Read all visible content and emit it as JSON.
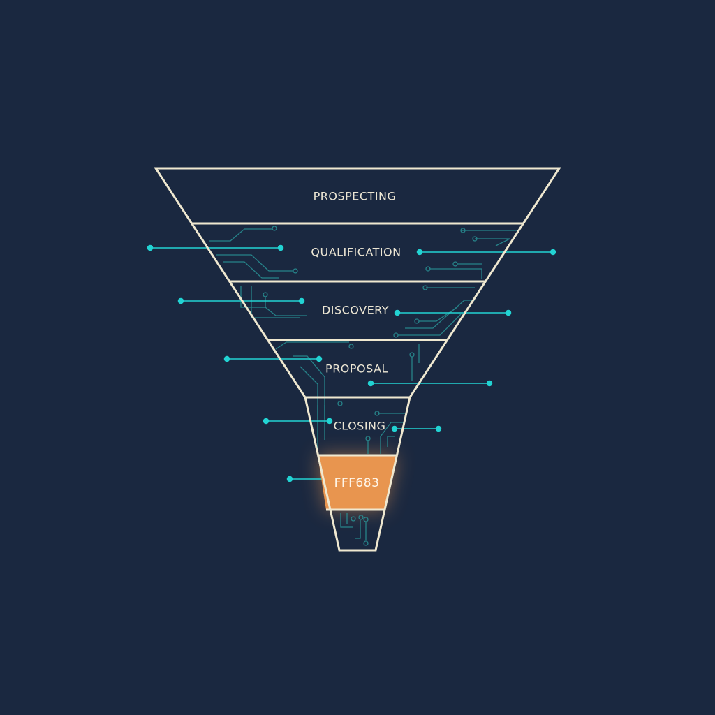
{
  "stages": [
    {
      "label": "PROSPECTING"
    },
    {
      "label": "QUALIFICATION"
    },
    {
      "label": "DISCOVERY"
    },
    {
      "label": "PROPOSAL"
    },
    {
      "label": "CLOSING"
    },
    {
      "label": "FFF683",
      "highlighted": true
    },
    {
      "label": ""
    }
  ],
  "colors": {
    "background": "#1a2840",
    "outline": "#efe8d0",
    "circuit": "#22d3d3",
    "highlight": "#e8954f"
  }
}
